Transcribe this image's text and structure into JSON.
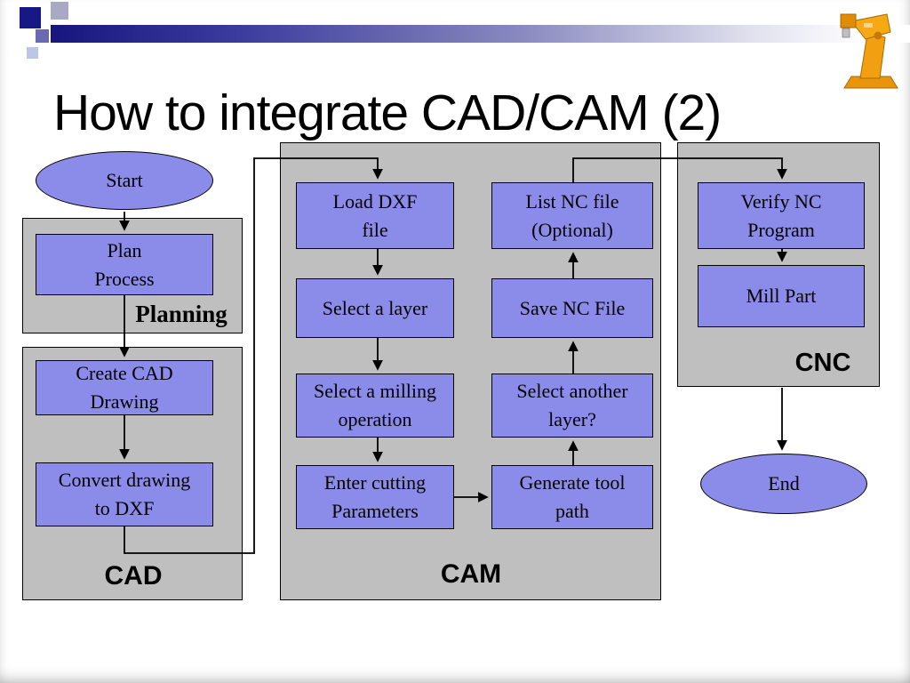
{
  "slide": {
    "title": "How to integrate CAD/CAM (2)"
  },
  "colors": {
    "node_fill": "#8b8bea",
    "group_fill": "#bfbfbf",
    "bar_dark": "#16167e"
  },
  "groups": {
    "planning": {
      "label": "Planning"
    },
    "cad": {
      "label": "CAD"
    },
    "cam": {
      "label": "CAM"
    },
    "cnc": {
      "label": "CNC"
    }
  },
  "nodes": {
    "start": {
      "label": "Start",
      "shape": "ellipse"
    },
    "plan_process": {
      "label": "Plan\nProcess",
      "shape": "rect"
    },
    "create_cad_drawing": {
      "label": "Create CAD\nDrawing",
      "shape": "rect"
    },
    "convert_drawing_to_dxf": {
      "label": "Convert drawing\nto DXF",
      "shape": "rect"
    },
    "load_dxf_file": {
      "label": "Load DXF\nfile",
      "shape": "rect"
    },
    "select_a_layer": {
      "label": "Select a layer",
      "shape": "rect"
    },
    "select_a_milling_operation": {
      "label": "Select a milling\noperation",
      "shape": "rect"
    },
    "enter_cutting_parameters": {
      "label": "Enter cutting\nParameters",
      "shape": "rect"
    },
    "list_nc_file_optional": {
      "label": "List NC file\n(Optional)",
      "shape": "rect"
    },
    "save_nc_file": {
      "label": "Save NC File",
      "shape": "rect"
    },
    "select_another_layer": {
      "label": "Select another\nlayer?",
      "shape": "rect"
    },
    "generate_tool_path": {
      "label": "Generate tool\npath",
      "shape": "rect"
    },
    "verify_nc_program": {
      "label": "Verify NC\nProgram",
      "shape": "rect"
    },
    "mill_part": {
      "label": "Mill Part",
      "shape": "rect"
    },
    "end": {
      "label": "End",
      "shape": "ellipse"
    }
  }
}
